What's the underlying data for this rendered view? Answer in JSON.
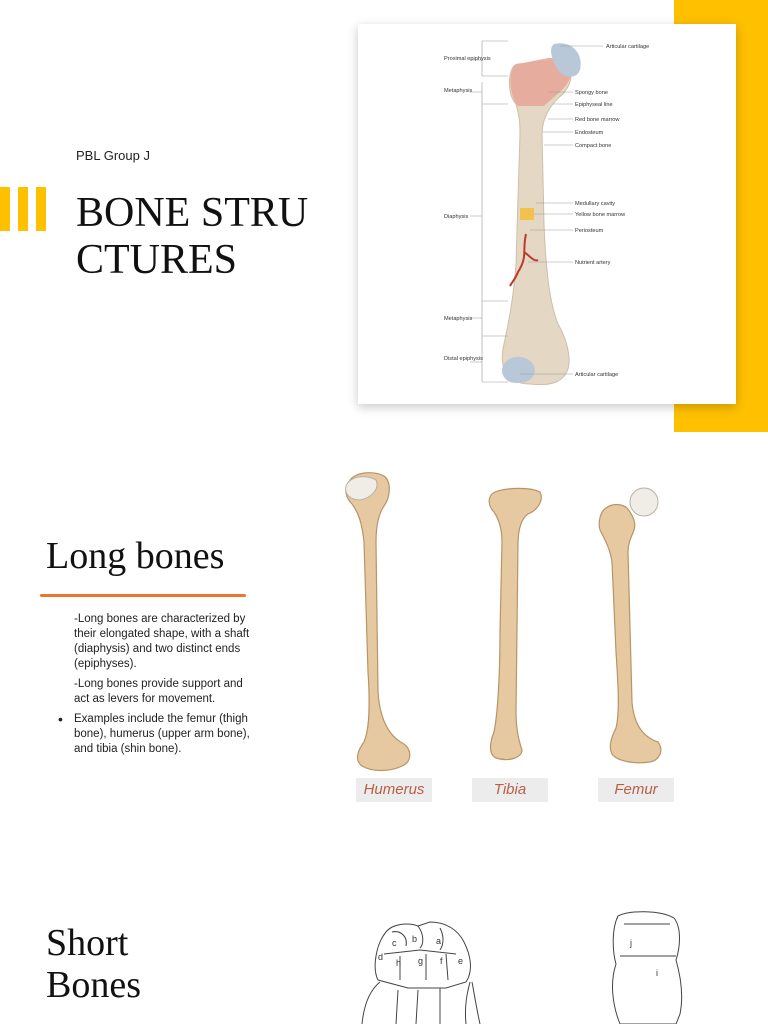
{
  "theme": {
    "accent_yellow": "#FFC000",
    "accent_orange": "#E8782E",
    "bone_color": "#E6C9A0",
    "label_text_color": "#B85F45"
  },
  "slide1": {
    "subtitle": "PBL Group J",
    "title": "BONE STRUCTURES",
    "diagram": {
      "labels_left": [
        "Proximal epiphysis",
        "Metaphysis",
        "Diaphysis",
        "Metaphysis",
        "Distal epiphysis"
      ],
      "labels_right": [
        "Articular cartilage",
        "Spongy bone",
        "Epiphyseal line",
        "Red bone marrow",
        "Endosteum",
        "Compact bone",
        "Medullary cavity",
        "Yellow bone marrow",
        "Periosteum",
        "Nutrient artery",
        "Articular cartilage"
      ]
    }
  },
  "slide2": {
    "title": "Long bones",
    "paragraphs": [
      "-Long bones are characterized by their elongated shape, with a shaft (diaphysis) and two distinct ends (epiphyses).",
      "-Long bones provide support and act as levers for movement."
    ],
    "bullets": [
      "Examples include the femur (thigh bone), humerus (upper arm bone), and tibia (shin bone)."
    ],
    "bone_labels": [
      "Humerus",
      "Tibia",
      "Femur"
    ]
  },
  "slide3": {
    "title": "Short Bones",
    "carpal_letters": [
      "c",
      "b",
      "a",
      "d",
      "h",
      "g",
      "f",
      "e"
    ],
    "tarsal_letters": [
      "j",
      "i"
    ]
  }
}
